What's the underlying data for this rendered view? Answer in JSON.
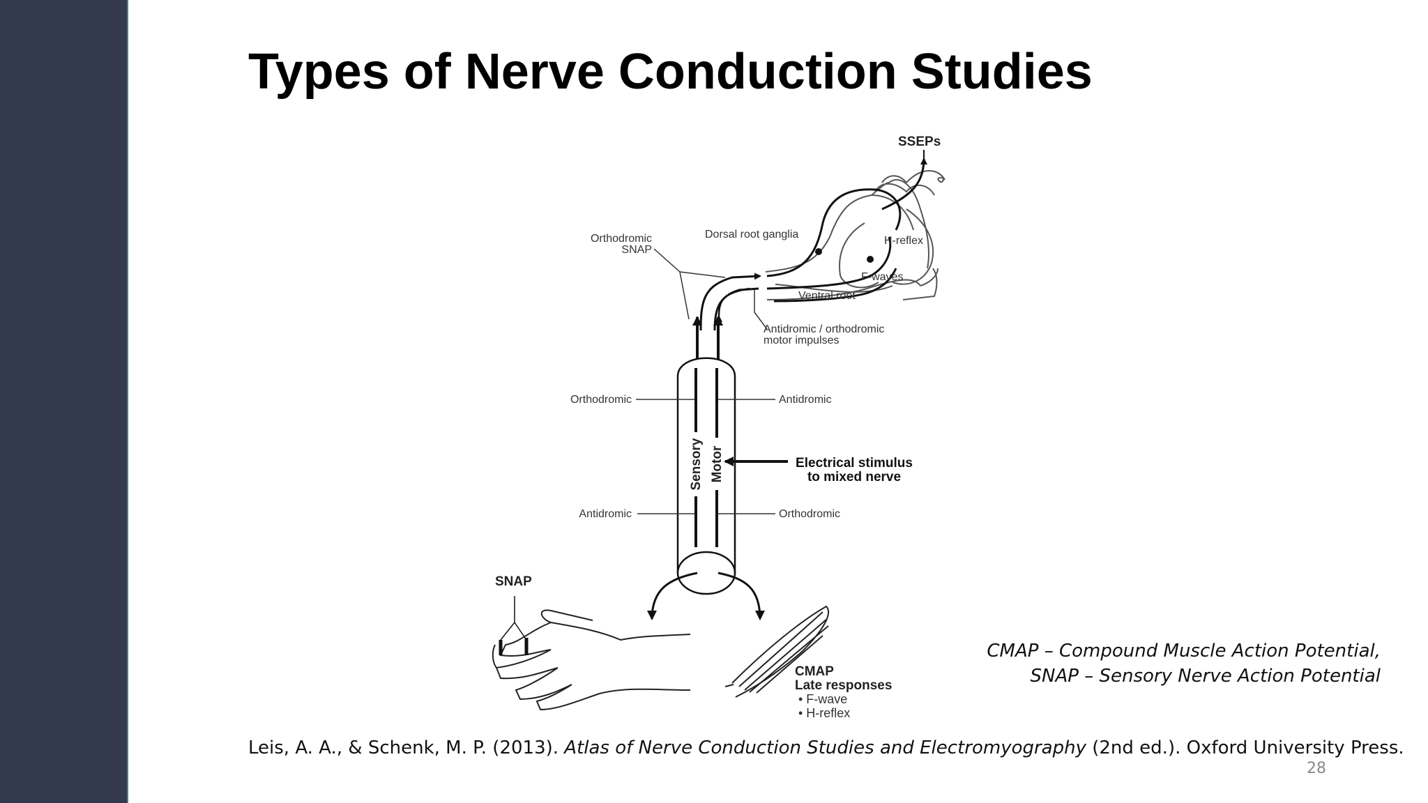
{
  "slide": {
    "title": "Types of Nerve Conduction Studies",
    "page_number": "28"
  },
  "diagram": {
    "labels": {
      "sseps": "SSEPs",
      "dorsal_root_ganglia": "Dorsal root ganglia",
      "h_reflex_top": "H-reflex",
      "f_waves_top": "F-waves",
      "ventral_root": "Ventral root",
      "orthodromic_snap_line1": "Orthodromic",
      "orthodromic_snap_line2": "SNAP",
      "motor_impulses_line1": "Antidromic / orthodromic",
      "motor_impulses_line2": "motor impulses",
      "orthodromic_left": "Orthodromic",
      "antidromic_right": "Antidromic",
      "antidromic_left": "Antidromic",
      "orthodromic_right": "Orthodromic",
      "sensory": "Sensory",
      "motor": "Motor",
      "stimulus_line1": "Electrical stimulus",
      "stimulus_line2": "to mixed nerve",
      "snap": "SNAP",
      "cmap": "CMAP",
      "late_responses": "Late responses",
      "f_wave_bullet": "• F-wave",
      "h_reflex_bullet": "• H-reflex"
    }
  },
  "abbreviations": {
    "line1": "CMAP – Compound Muscle Action Potential,",
    "line2": "SNAP – Sensory Nerve Action Potential"
  },
  "citation": {
    "authors": "Leis, A. A., & Schenk, M. P. (2013). ",
    "book_title": "Atlas of Nerve Conduction Studies and Electromyography",
    "edition": " (2nd ed.). Oxford University Press."
  }
}
